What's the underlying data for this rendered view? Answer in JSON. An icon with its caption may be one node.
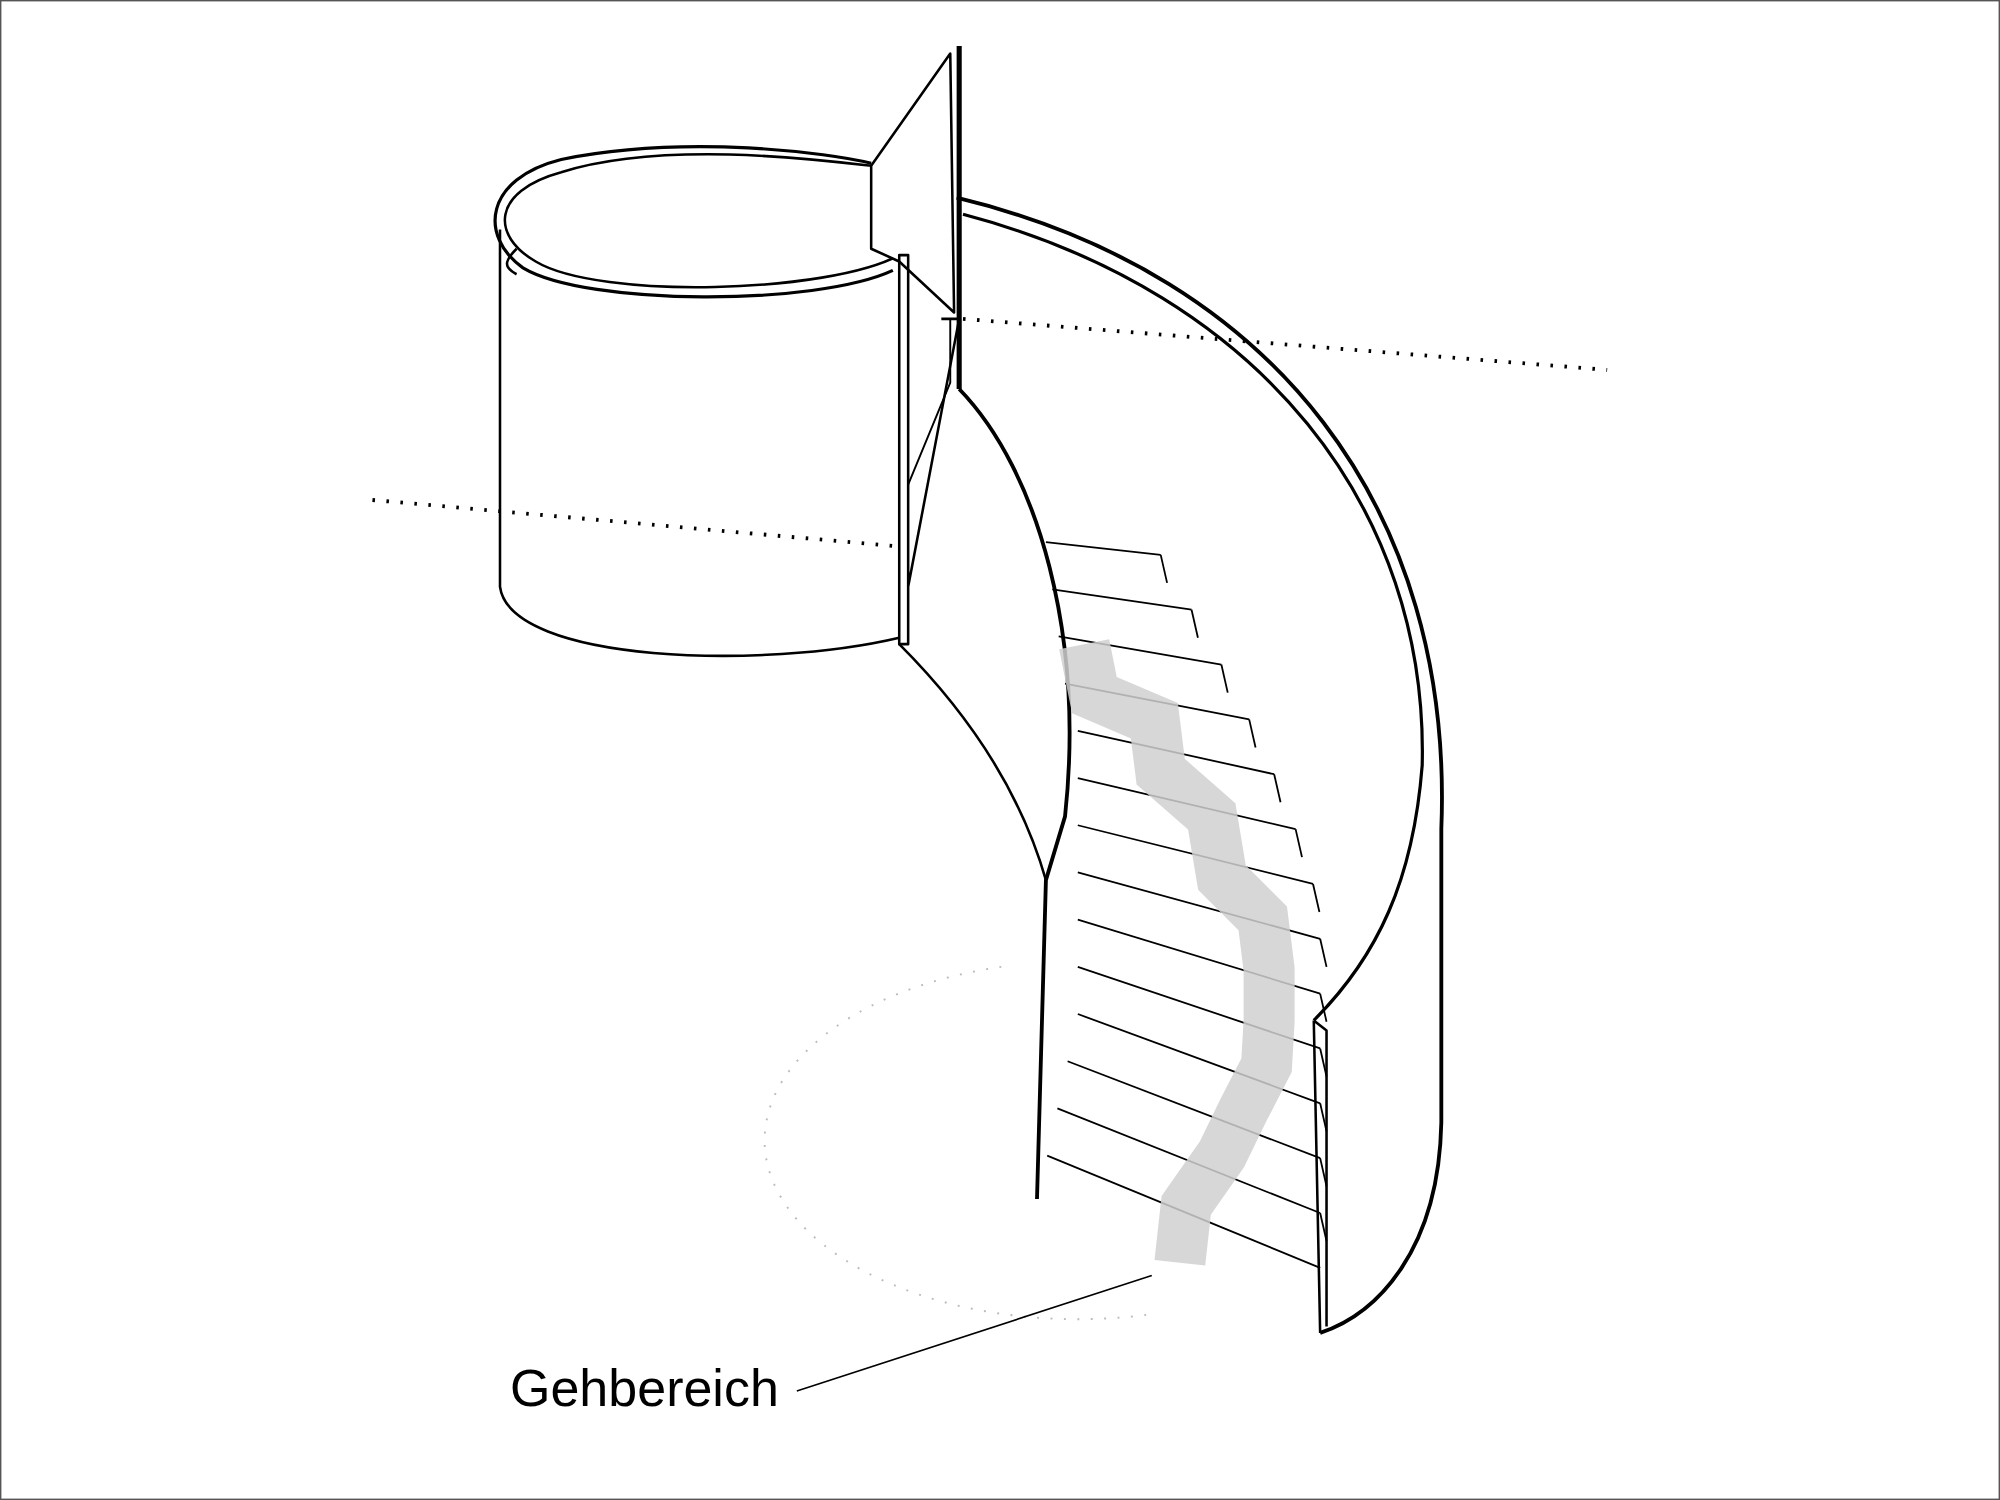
{
  "diagram": {
    "nodes": [
      {
        "text": [
          "Gehbereich"
        ]
      },
      {
        "text": [],
        "shape": "picture"
      }
    ],
    "edges": [
      {
        "from": 0,
        "to": 1,
        "arrow": "none"
      }
    ]
  }
}
